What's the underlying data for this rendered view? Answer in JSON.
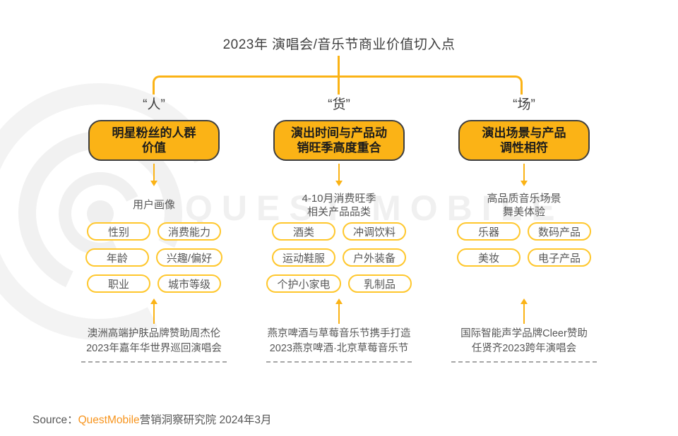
{
  "title": "2023年 演唱会/音乐节商业价值切入点",
  "watermark_text": "QUEST MOBILE",
  "branches": [
    {
      "tag": "“人”",
      "box_lines": [
        "明星粉丝的人群",
        "价值"
      ],
      "section_lines": [
        "用户画像"
      ],
      "pills": [
        "性别",
        "消费能力",
        "年龄",
        "兴趣/偏好",
        "职业",
        "城市等级"
      ],
      "case_lines": [
        "澳洲高端护肤品牌赞助周杰伦",
        "2023年嘉年华世界巡回演唱会"
      ]
    },
    {
      "tag": "“货”",
      "box_lines": [
        "演出时间与产品动",
        "销旺季高度重合"
      ],
      "section_lines": [
        "4-10月消费旺季",
        "相关产品品类"
      ],
      "pills": [
        "酒类",
        "冲调饮料",
        "运动鞋服",
        "户外装备",
        "个护小家电",
        "乳制品"
      ],
      "case_lines": [
        "燕京啤酒与草莓音乐节携手打造",
        "2023燕京啤酒·北京草莓音乐节"
      ]
    },
    {
      "tag": "“场”",
      "box_lines": [
        "演出场景与产品",
        "调性相符"
      ],
      "section_lines": [
        "高品质音乐场景",
        "舞美体验"
      ],
      "pills": [
        "乐器",
        "数码产品",
        "美妆",
        "电子产品"
      ],
      "case_lines": [
        "国际智能声学品牌Cleer赞助",
        "任贤齐2023跨年演唱会"
      ]
    }
  ],
  "source": {
    "label": "Source：",
    "brand": "QuestMobile",
    "rest": "营销洞察研究院 2024年3月"
  },
  "colors": {
    "gold": "#FBB316",
    "pill_border": "#FFC72C",
    "box_border": "#3F3F3F",
    "title_text": "#3F3F3F",
    "body_text": "#565656",
    "brand_orange": "#F7941D",
    "dashed_gray": "#A6A6A6",
    "watermark_gray": "#F0F0F0"
  }
}
